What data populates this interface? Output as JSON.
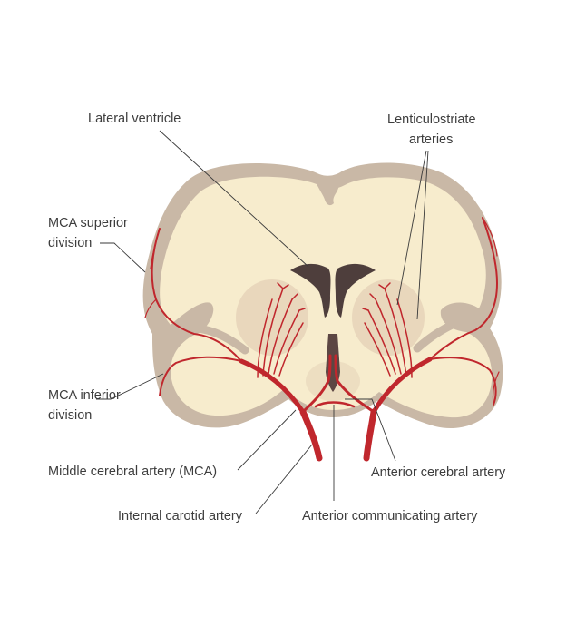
{
  "labels": {
    "lateral_ventricle": "Lateral ventricle",
    "lenticulostriate_line1": "Lenticulostriate",
    "lenticulostriate_line2": "arteries",
    "mca_superior_line1": "MCA superior",
    "mca_superior_line2": "division",
    "mca_inferior_line1": "MCA inferior",
    "mca_inferior_line2": "division",
    "middle_cerebral_artery": "Middle cerebral artery (MCA)",
    "anterior_cerebral_artery": "Anterior cerebral artery",
    "internal_carotid_artery": "Internal carotid artery",
    "anterior_communicating_artery": "Anterior communicating artery"
  },
  "colors": {
    "background": "#ffffff",
    "cortex": "#c9b8a6",
    "white_matter": "#f7eccd",
    "deep_nuclei": "#e4d3b8",
    "ventricle": "#4e3e3c",
    "artery": "#c0272d",
    "text": "#3d3d3d"
  }
}
